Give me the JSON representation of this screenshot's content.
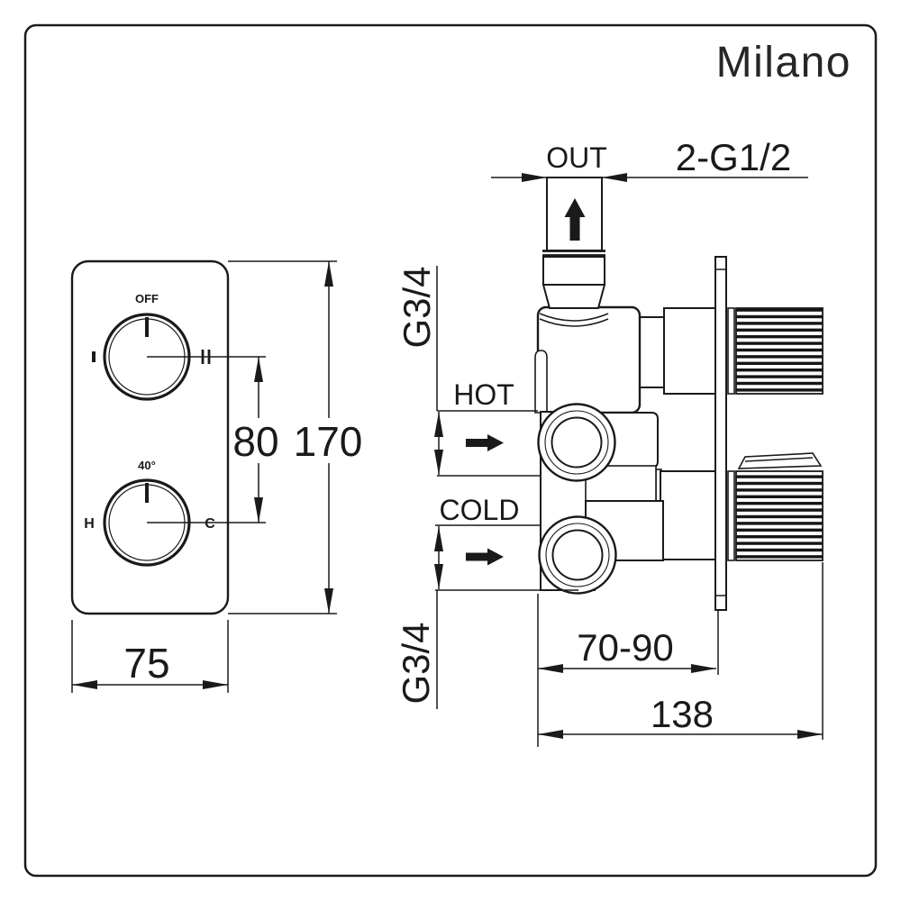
{
  "colors": {
    "line": "#1a1a1a",
    "background": "#ffffff"
  },
  "brand": {
    "logo": "Milano"
  },
  "front_view": {
    "flow_knob": {
      "label": "OFF"
    },
    "temp_knob": {
      "label": "40°",
      "hot": "H",
      "cold": "C"
    },
    "dims": {
      "knob_spacing": "80",
      "height": "170",
      "width": "75"
    }
  },
  "side_view": {
    "outlet": {
      "label": "OUT",
      "thread": "2-G1/2"
    },
    "inlets": {
      "hot": "HOT",
      "cold": "COLD",
      "thread_top": "G3/4",
      "thread_bottom": "G3/4"
    },
    "dims": {
      "wall_depth_range": "70-90",
      "total_depth": "138"
    }
  }
}
